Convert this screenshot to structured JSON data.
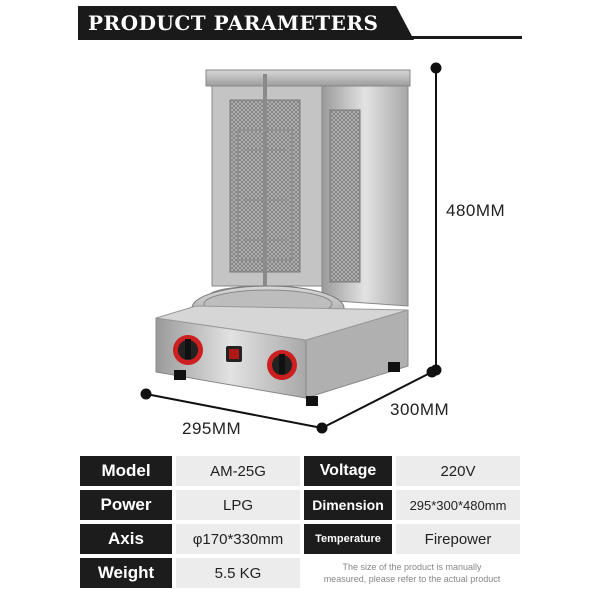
{
  "header": {
    "title": "PRODUCT PARAMETERS"
  },
  "dimensions": {
    "height": "480MM",
    "width": "295MM",
    "depth": "300MM"
  },
  "specs": {
    "rows": [
      {
        "label1": "Model",
        "value1": "AM-25G",
        "label2": "Voltage",
        "value2": "220V"
      },
      {
        "label1": "Power",
        "value1": "LPG",
        "label2": "Dimension",
        "value2": "295*300*480mm"
      },
      {
        "label1": "Axis",
        "value1": "φ170*330mm",
        "label2": "Temperature",
        "value2": "Firepower"
      },
      {
        "label1": "Weight",
        "value1": "5.5 KG"
      }
    ],
    "note_line1": "The size of the product is manually",
    "note_line2": "measured, please refer to the actual product"
  },
  "colors": {
    "dark": "#1c1c1c",
    "light": "#ececec",
    "knob": "#cc1f1f"
  }
}
